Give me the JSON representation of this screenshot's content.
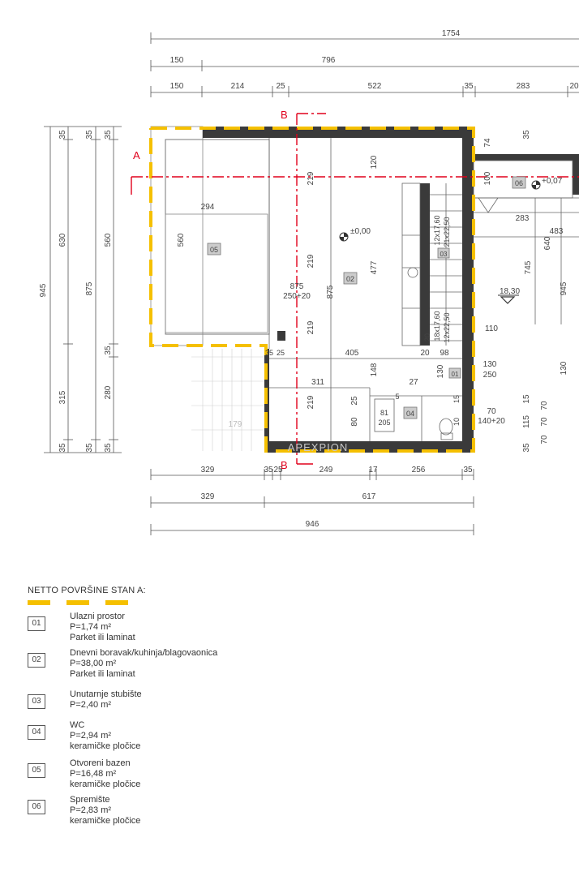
{
  "dimensions": {
    "top": {
      "total": "1754",
      "row2": [
        "150",
        "796"
      ],
      "row3": [
        "150",
        "214",
        "25",
        "522",
        "35",
        "283",
        "20"
      ]
    },
    "left": {
      "outer": "945",
      "mid": [
        "35",
        "630",
        "315",
        "35"
      ],
      "inner": [
        "35",
        "875",
        "35"
      ],
      "inner2": [
        "35",
        "560",
        "35",
        "280",
        "35"
      ]
    },
    "bottom": {
      "row1": [
        "329",
        "35",
        "25",
        "249",
        "17",
        "256",
        "35"
      ],
      "row2": [
        "329",
        "617"
      ],
      "total": "946"
    },
    "interior": [
      "294",
      "560",
      "120",
      "219",
      "219",
      "219",
      "219",
      "477",
      "875",
      "875",
      "250+20",
      "405",
      "148",
      "311",
      "20",
      "98",
      "27",
      "130",
      "130",
      "250",
      "110",
      "25",
      "80",
      "81",
      "205",
      "5",
      "70",
      "140+20",
      "15",
      "10",
      "179",
      "25",
      "35",
      "100",
      "283",
      "483",
      "640",
      "745",
      "945",
      "130",
      "70",
      "115",
      "15",
      "70",
      "70",
      "35",
      "35",
      "74",
      "20"
    ],
    "stairs": [
      "21x22,50",
      "12x17,60",
      "18x17,60",
      "12x22,50"
    ]
  },
  "levels": {
    "main": "±0,00",
    "storage": "+0,07",
    "outdoor": "18,30"
  },
  "section_markers": {
    "a": "A",
    "b": "B"
  },
  "room_tags": [
    "05",
    "02",
    "03",
    "01",
    "04",
    "06"
  ],
  "watermark": "APEXPION",
  "legend": {
    "title": "NETTO POVRŠINE STAN A:",
    "items": [
      {
        "num": "01",
        "name": "Ulazni prostor",
        "area": "P=1,74 m²",
        "floor": "Parket ili laminat"
      },
      {
        "num": "02",
        "name": "Dnevni boravak/kuhinja/blagovaonica",
        "area": "P=38,00 m²",
        "floor": "Parket ili laminat"
      },
      {
        "num": "03",
        "name": "Unutarnje stubište",
        "area": "P=2,40 m²",
        "floor": ""
      },
      {
        "num": "04",
        "name": "WC",
        "area": "P=2,94 m²",
        "floor": "keramičke pločice"
      },
      {
        "num": "05",
        "name": "Otvoreni bazen",
        "area": "P=16,48 m²",
        "floor": "keramičke pločice"
      },
      {
        "num": "06",
        "name": "Spremište",
        "area": "P=2,83 m²",
        "floor": "keramičke pločice"
      }
    ]
  },
  "colors": {
    "outline": "#f5c000",
    "section_line": "#e0001b",
    "wall": "#3a3a3a",
    "line": "#666666"
  }
}
